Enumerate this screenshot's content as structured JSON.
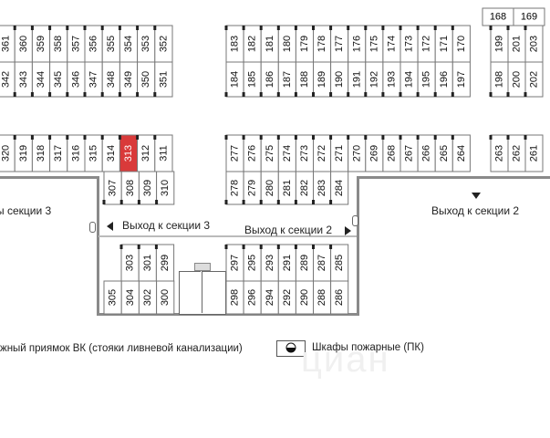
{
  "spots": {
    "highlighted": "313",
    "highlight_color": "#d93a3a",
    "top_left_upper": [
      "361",
      "360",
      "359",
      "358",
      "357",
      "356",
      "355",
      "354",
      "353",
      "352"
    ],
    "top_left_lower": [
      "342",
      "343",
      "344",
      "345",
      "346",
      "347",
      "348",
      "349",
      "350",
      "351"
    ],
    "top_mid_upper": [
      "183",
      "182",
      "181",
      "180",
      "179",
      "178",
      "177",
      "176",
      "175",
      "174",
      "173",
      "172",
      "171",
      "170"
    ],
    "top_mid_lower": [
      "184",
      "185",
      "186",
      "187",
      "188",
      "189",
      "190",
      "191",
      "192",
      "193",
      "194",
      "195",
      "196",
      "197"
    ],
    "top_right_upper": [
      "199",
      "201",
      "203"
    ],
    "top_right_lower": [
      "198",
      "200",
      "202"
    ],
    "top_right_top": [
      "168",
      "169"
    ],
    "row_left_upper": [
      "320",
      "319",
      "318",
      "317",
      "316",
      "315",
      "314",
      "313",
      "312",
      "311"
    ],
    "row_left_lower": [
      "307",
      "308",
      "309",
      "310"
    ],
    "row_mid_upper": [
      "277",
      "276",
      "275",
      "274",
      "273",
      "272",
      "271",
      "270",
      "269",
      "268",
      "267",
      "266",
      "265",
      "264"
    ],
    "row_mid_lower": [
      "278",
      "279",
      "280",
      "281",
      "282",
      "283",
      "284"
    ],
    "row_right": [
      "263",
      "262",
      "261"
    ],
    "lower_left_upper": [
      "303",
      "301",
      "299"
    ],
    "lower_left_lower": [
      "305",
      "304",
      "302",
      "300"
    ],
    "lower_mid_upper": [
      "297",
      "295",
      "293",
      "291",
      "289",
      "287",
      "285"
    ],
    "lower_mid_lower": [
      "298",
      "296",
      "294",
      "292",
      "290",
      "288",
      "286"
    ]
  },
  "labels": {
    "section3_left": "ы секции 3",
    "exit3": "Выход к секции 3",
    "exit2_center": "Выход к секции 2",
    "exit2_right": "Выход к секции 2"
  },
  "legend": {
    "drain": "жный приямок ВК (стояки ливневой канализации)",
    "fire": "Шкафы пожарные (ПК)"
  },
  "watermark": "циан"
}
